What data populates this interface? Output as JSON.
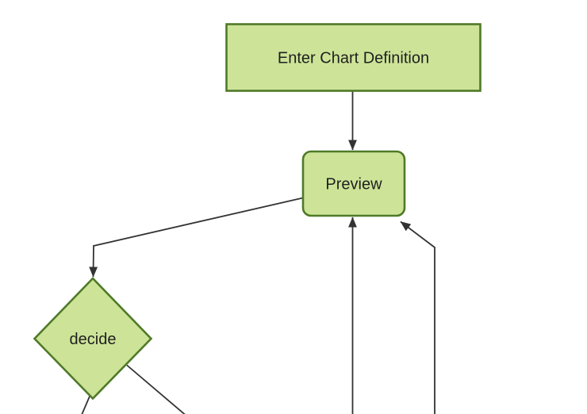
{
  "diagram": {
    "type": "flowchart",
    "direction": "top-down",
    "nodes": [
      {
        "id": "enter-chart-definition",
        "label": "Enter Chart Definition",
        "shape": "rectangle"
      },
      {
        "id": "preview",
        "label": "Preview",
        "shape": "rounded-rectangle"
      },
      {
        "id": "decide",
        "label": "decide",
        "shape": "diamond"
      }
    ],
    "edges": [
      {
        "from": "enter-chart-definition",
        "to": "preview",
        "arrow": true
      },
      {
        "from": "preview",
        "to": "decide",
        "arrow": true
      },
      {
        "from": "offscreen-bottom",
        "to": "preview",
        "arrow": true
      },
      {
        "from": "offscreen-bottom-right",
        "to": "preview",
        "arrow": true
      },
      {
        "from": "decide",
        "to": "offscreen-bottom-left",
        "arrow": false
      },
      {
        "from": "decide",
        "to": "offscreen-bottom-right",
        "arrow": false
      }
    ]
  },
  "theme": {
    "background": "#ffffff",
    "node_fill": "#cde498",
    "node_stroke": "#4f7a28",
    "edge_color": "#333333",
    "text_color": "#1f1f1f"
  }
}
